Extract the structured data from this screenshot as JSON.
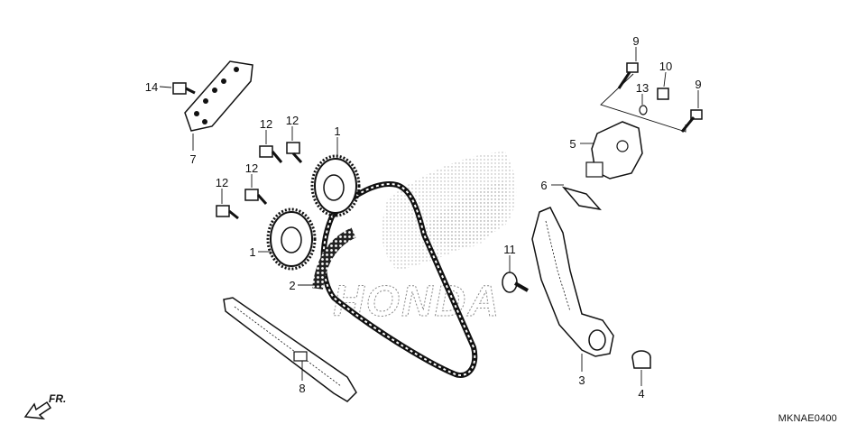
{
  "diagram": {
    "figure_code": "MKNAE0400",
    "direction_label": "FR.",
    "watermark": "HONDA",
    "callouts": [
      {
        "id": "c1a",
        "label": "1",
        "part": "cam-sprocket-upper"
      },
      {
        "id": "c1b",
        "label": "1",
        "part": "cam-sprocket-lower"
      },
      {
        "id": "c2",
        "label": "2",
        "part": "cam-chain"
      },
      {
        "id": "c3",
        "label": "3",
        "part": "cam-chain-tensioner-arm"
      },
      {
        "id": "c4",
        "label": "4",
        "part": "collar"
      },
      {
        "id": "c5",
        "label": "5",
        "part": "cam-chain-tensioner-lifter"
      },
      {
        "id": "c6",
        "label": "6",
        "part": "gasket"
      },
      {
        "id": "c7",
        "label": "7",
        "part": "plate"
      },
      {
        "id": "c8",
        "label": "8",
        "part": "cam-chain-guide"
      },
      {
        "id": "c9a",
        "label": "9",
        "part": "bolt-upper"
      },
      {
        "id": "c9b",
        "label": "9",
        "part": "bolt-right"
      },
      {
        "id": "c10",
        "label": "10",
        "part": "sealing-bolt"
      },
      {
        "id": "c11",
        "label": "11",
        "part": "pivot-bolt"
      },
      {
        "id": "c12a",
        "label": "12",
        "part": "bolt-a"
      },
      {
        "id": "c12b",
        "label": "12",
        "part": "bolt-b"
      },
      {
        "id": "c12c",
        "label": "12",
        "part": "bolt-c"
      },
      {
        "id": "c12d",
        "label": "12",
        "part": "bolt-d"
      },
      {
        "id": "c13",
        "label": "13",
        "part": "o-ring"
      },
      {
        "id": "c14",
        "label": "14",
        "part": "plate-bolt"
      }
    ]
  }
}
